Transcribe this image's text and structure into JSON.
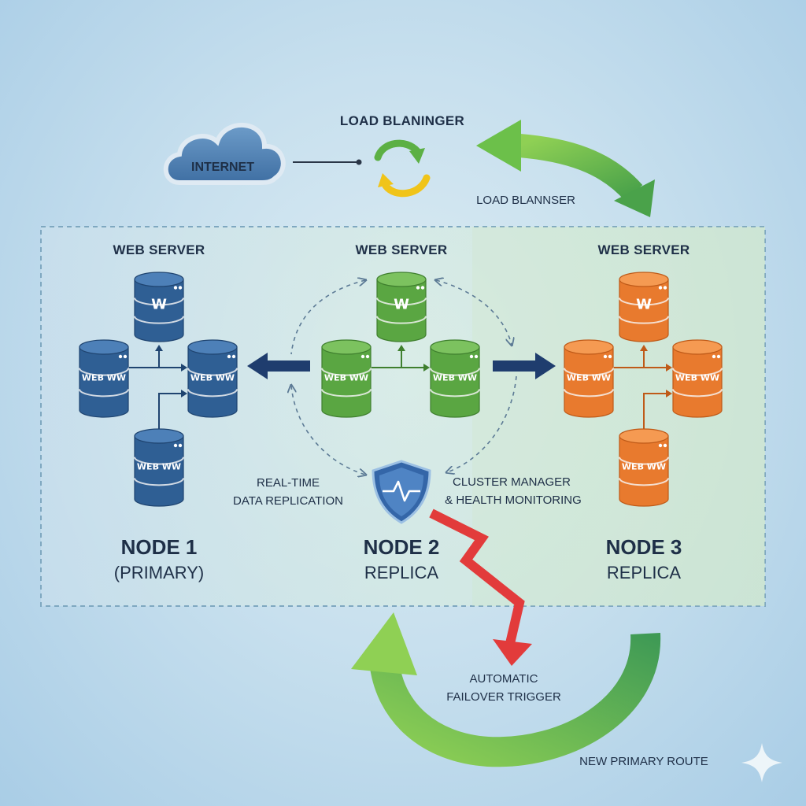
{
  "internet": {
    "label": "INTERNET"
  },
  "load_balancer": {
    "title": "LOAD BLANINGER",
    "label2": "LOAD BLANNSER"
  },
  "nodes": [
    {
      "server_label": "WEB SERVER",
      "name": "NODE 1",
      "role": "(PRIMARY)",
      "color": "#2f5f94",
      "color_dark": "#1f4470",
      "color_light": "#4d80b8"
    },
    {
      "server_label": "WEB SERVER",
      "name": "NODE 2",
      "role": "REPLICA",
      "color": "#5aa642",
      "color_dark": "#3f7f2e",
      "color_light": "#7cc25f"
    },
    {
      "server_label": "WEB SERVER",
      "name": "NODE 3",
      "role": "REPLICA",
      "color": "#e87a2e",
      "color_dark": "#bf5a18",
      "color_light": "#f59a52"
    }
  ],
  "server_glyphs": {
    "top": "W",
    "side": "WEB WW"
  },
  "replication": {
    "line1": "REAL-TIME",
    "line2": "DATA REPLICATION"
  },
  "cluster_manager": {
    "line1": "CLUSTER MANAGER",
    "line2": "& HEALTH MONITORING"
  },
  "failover": {
    "line1": "AUTOMATIC",
    "line2": "FAILOVER TRIGGER"
  },
  "new_route": {
    "label": "NEW PRIMARY ROUTE"
  },
  "icons": [
    "cloud-icon",
    "refresh-icon",
    "shield-heartbeat-icon",
    "database-icon",
    "sparkle-icon",
    "lightning-arrow-icon"
  ],
  "colors": {
    "failover_red": "#e23b3b",
    "route_green": "#5cb044",
    "arrow_navy": "#1f3d6e"
  }
}
